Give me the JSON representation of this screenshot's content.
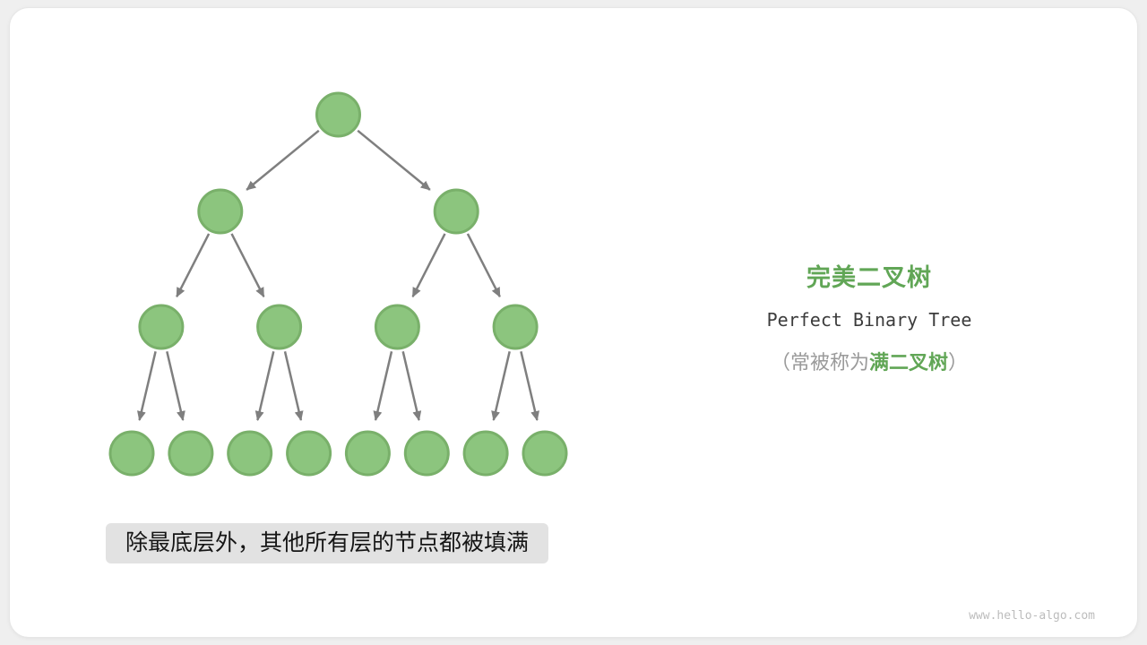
{
  "annotation": {
    "title": "完美二叉树",
    "subtitle": "Perfect Binary Tree",
    "note_prefix": "（常被称为",
    "note_bold": "满二叉树",
    "note_suffix": "）"
  },
  "caption": {
    "text": "除最底层外，其他所有层的节点都被填满"
  },
  "watermark": {
    "text": "www.hello-algo.com"
  },
  "tree": {
    "type": "binary-tree",
    "levels": 4,
    "nodes_per_level": [
      1,
      2,
      4,
      8
    ],
    "total_nodes": 15,
    "node_radius": 24,
    "level_y": [
      128,
      236,
      365,
      506
    ],
    "leaf_x_start": 147,
    "leaf_x_gap": 65.857,
    "node_fill": "#8cc57e",
    "node_stroke": "#79b06a",
    "edge_color": "#7f7f7f",
    "edge_width": 2.5
  },
  "colors": {
    "accent_green": "#61a656",
    "page_bg": "#efefef",
    "card_bg": "#ffffff",
    "caption_bg": "#e2e2e2"
  }
}
